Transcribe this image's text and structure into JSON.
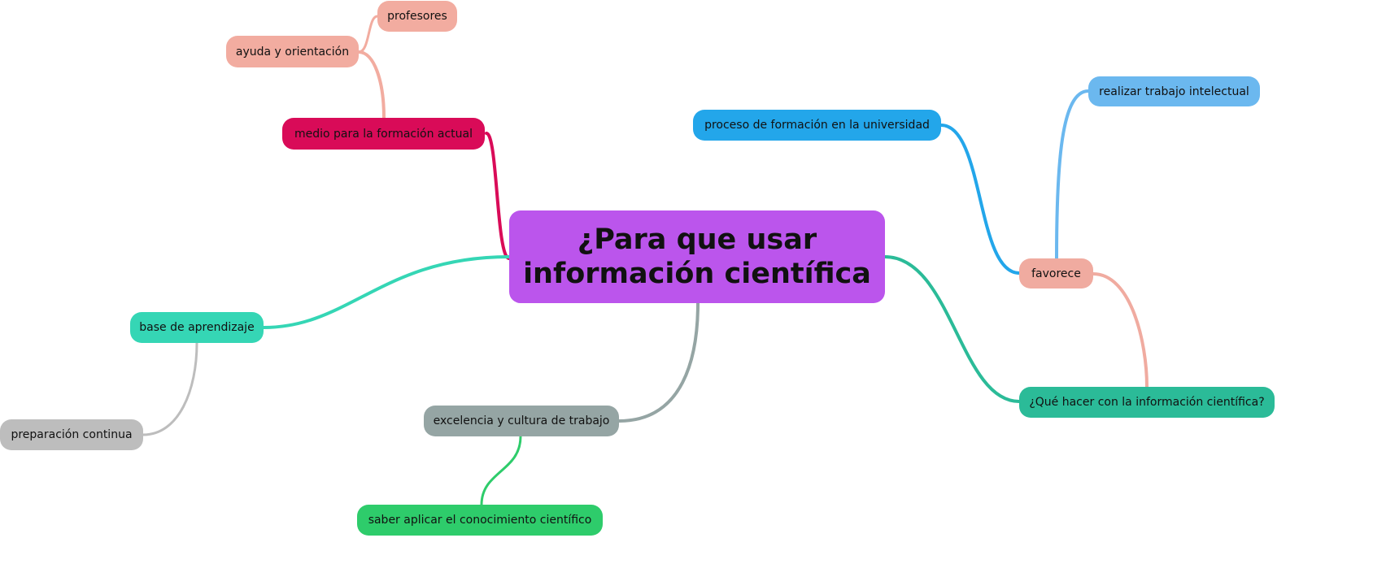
{
  "central": {
    "line1": "¿Para que usar",
    "line2": "información científica",
    "color": "#bb55ec"
  },
  "nodes": {
    "profesores": {
      "label": "profesores",
      "color": "#f2aca0"
    },
    "ayuda": {
      "label": "ayuda y orientación",
      "color": "#f2aca0"
    },
    "medio": {
      "label": "medio para la formación actual",
      "color": "#d90b58"
    },
    "proceso": {
      "label": "proceso de formación en la universidad",
      "color": "#23a6ea"
    },
    "realizar": {
      "label": "realizar trabajo intelectual",
      "color": "#6bb8ef"
    },
    "favorece": {
      "label": "favorece",
      "color": "#f0aba0"
    },
    "que_hacer": {
      "label": "¿Qué hacer con la información científica?",
      "color": "#2bbb98"
    },
    "base": {
      "label": "base de aprendizaje",
      "color": "#35d6b5"
    },
    "preparacion": {
      "label": "preparación continua",
      "color": "#bdbdbd"
    },
    "excelencia": {
      "label": "excelencia y cultura de trabajo",
      "color": "#95a5a4"
    },
    "saber": {
      "label": "saber aplicar el conocimiento científico",
      "color": "#2ecc6b"
    }
  }
}
